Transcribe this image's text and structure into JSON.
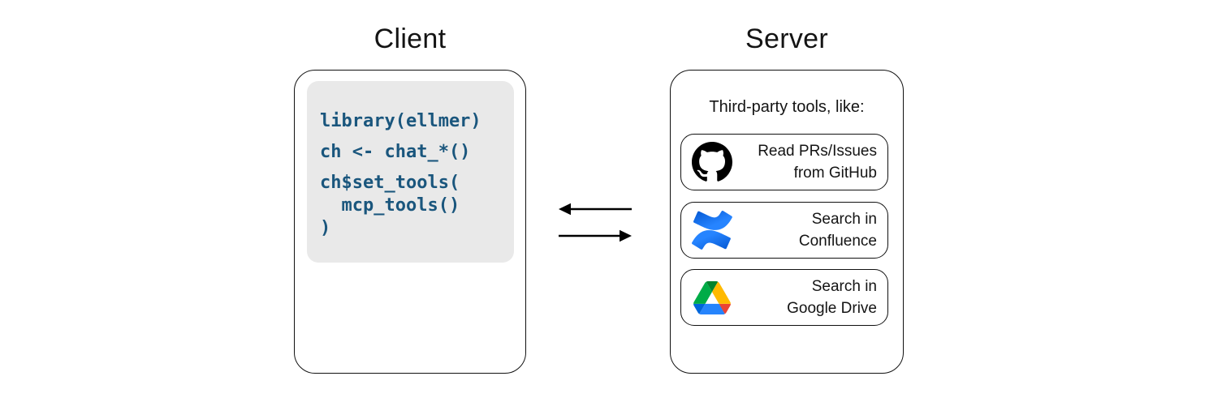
{
  "client": {
    "title": "Client",
    "code": {
      "statements": [
        "library(ellmer)",
        "ch <- chat_*()",
        "ch$set_tools(\n  mcp_tools()\n)"
      ],
      "text_color": "#1a567d",
      "background": "#e9e9e9"
    }
  },
  "arrows": {
    "server_to_client": {
      "direction": "left",
      "color": "#000000"
    },
    "client_to_server": {
      "direction": "right",
      "color": "#000000"
    }
  },
  "server": {
    "title": "Server",
    "subtitle": "Third-party tools, like:",
    "tools": [
      {
        "icon": "github-icon",
        "icon_color": "#000000",
        "line1": "Read PRs/Issues",
        "line2": "from GitHub"
      },
      {
        "icon": "confluence-icon",
        "icon_colors": [
          "#2684FF",
          "#0052CC"
        ],
        "line1": "Search in",
        "line2": "Confluence"
      },
      {
        "icon": "google-drive-icon",
        "icon_colors": [
          "#0066DA",
          "#00AC47",
          "#EA4335",
          "#00832D",
          "#2684FC",
          "#FFBA00"
        ],
        "line1": "Search in",
        "line2": "Google Drive"
      }
    ]
  },
  "style": {
    "box_border_color": "#111111",
    "background": "#ffffff",
    "title_color": "#141414"
  }
}
